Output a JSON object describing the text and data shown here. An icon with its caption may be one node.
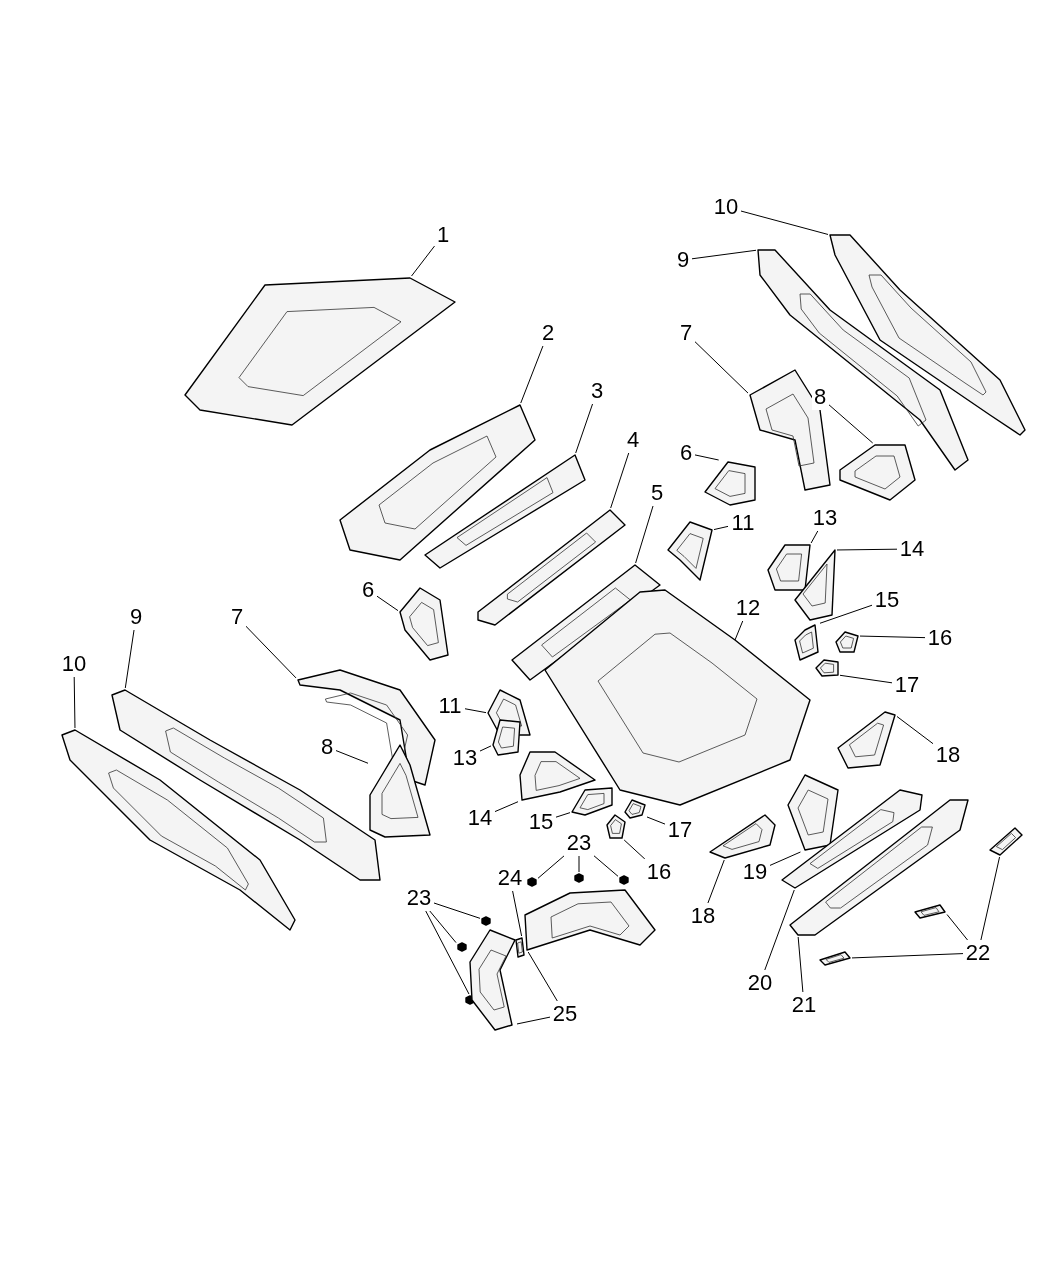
{
  "diagram": {
    "nodes": [
      {
        "text": [
          "10"
        ]
      },
      {
        "text": [
          "1"
        ]
      },
      {
        "text": [
          "9"
        ]
      },
      {
        "text": [
          "7"
        ]
      },
      {
        "text": [
          "2"
        ]
      },
      {
        "text": [
          "3"
        ]
      },
      {
        "text": [
          "8"
        ]
      },
      {
        "text": [
          "4"
        ]
      },
      {
        "text": [
          "6"
        ]
      },
      {
        "text": [
          "5"
        ]
      },
      {
        "text": [
          "13"
        ]
      },
      {
        "text": [
          "11"
        ]
      },
      {
        "text": [
          "14"
        ]
      },
      {
        "text": [
          "6"
        ]
      },
      {
        "text": [
          "15"
        ]
      },
      {
        "text": [
          "12"
        ]
      },
      {
        "text": [
          "9"
        ]
      },
      {
        "text": [
          "7"
        ]
      },
      {
        "text": [
          "16"
        ]
      },
      {
        "text": [
          "10"
        ]
      },
      {
        "text": [
          "17"
        ]
      },
      {
        "text": [
          "11"
        ]
      },
      {
        "text": [
          "8"
        ]
      },
      {
        "text": [
          "18"
        ]
      },
      {
        "text": [
          "13"
        ]
      },
      {
        "text": [
          "14"
        ]
      },
      {
        "text": [
          "15"
        ]
      },
      {
        "text": [
          "17"
        ]
      },
      {
        "text": [
          "23"
        ]
      },
      {
        "text": [
          "16"
        ]
      },
      {
        "text": [
          "19"
        ]
      },
      {
        "text": [
          "24"
        ]
      },
      {
        "text": [
          "23"
        ]
      },
      {
        "text": [
          "18"
        ]
      },
      {
        "text": [
          "22"
        ]
      },
      {
        "text": [
          "20"
        ]
      },
      {
        "text": [
          "21"
        ]
      },
      {
        "text": [
          "25"
        ]
      },
      {
        "text": [],
        "shape": "picture"
      },
      {
        "text": [],
        "shape": "picture"
      },
      {
        "text": [],
        "shape": "picture"
      },
      {
        "text": [],
        "shape": "picture"
      },
      {
        "text": [],
        "shape": "picture"
      },
      {
        "text": [],
        "shape": "picture"
      },
      {
        "text": [],
        "shape": "picture"
      },
      {
        "text": [],
        "shape": "picture"
      },
      {
        "text": [],
        "shape": "picture"
      },
      {
        "text": [],
        "shape": "picture"
      },
      {
        "text": [],
        "shape": "picture"
      },
      {
        "text": [],
        "shape": "picture"
      },
      {
        "text": [],
        "shape": "picture"
      },
      {
        "text": [],
        "shape": "picture"
      },
      {
        "text": [],
        "shape": "picture"
      },
      {
        "text": [],
        "shape": "picture"
      },
      {
        "text": [],
        "shape": "picture"
      },
      {
        "text": [],
        "shape": "picture"
      },
      {
        "text": [],
        "shape": "picture"
      },
      {
        "text": [],
        "shape": "picture"
      },
      {
        "text": [],
        "shape": "picture"
      },
      {
        "text": [],
        "shape": "picture"
      },
      {
        "text": [],
        "shape": "picture"
      },
      {
        "text": [],
        "shape": "picture"
      },
      {
        "text": [],
        "shape": "picture"
      },
      {
        "text": [],
        "shape": "picture"
      },
      {
        "text": [],
        "shape": "picture"
      },
      {
        "text": [],
        "shape": "picture"
      },
      {
        "text": [],
        "shape": "circle"
      },
      {
        "text": [],
        "shape": "circle"
      },
      {
        "text": [],
        "shape": "circle"
      },
      {
        "text": [],
        "shape": "picture"
      },
      {
        "text": [],
        "shape": "picture"
      },
      {
        "text": [],
        "shape": "picture"
      },
      {
        "text": [],
        "shape": "circle"
      },
      {
        "text": [],
        "shape": "circle"
      },
      {
        "text": [],
        "shape": "circle"
      },
      {
        "text": [],
        "shape": "picture"
      },
      {
        "text": [],
        "shape": "picture"
      },
      {
        "text": [],
        "shape": "picture"
      },
      {
        "text": [],
        "shape": "picture"
      },
      {
        "text": [],
        "shape": "picture"
      },
      {
        "text": [],
        "shape": "picture"
      },
      {
        "text": [],
        "shape": "picture"
      },
      {
        "text": [],
        "shape": "picture"
      }
    ],
    "edges": [
      {
        "from": 0,
        "to": 38,
        "arrow": "none"
      },
      {
        "from": 1,
        "to": 39,
        "arrow": "none"
      },
      {
        "from": 2,
        "to": 40,
        "arrow": "none"
      },
      {
        "from": 3,
        "to": 41,
        "arrow": "none"
      },
      {
        "from": 4,
        "to": 42,
        "arrow": "none"
      },
      {
        "from": 5,
        "to": 43,
        "arrow": "none"
      },
      {
        "from": 6,
        "to": 44,
        "arrow": "none"
      },
      {
        "from": 7,
        "to": 45,
        "arrow": "none"
      },
      {
        "from": 8,
        "to": 46,
        "arrow": "none"
      },
      {
        "from": 9,
        "to": 47,
        "arrow": "none"
      },
      {
        "from": 10,
        "to": 48,
        "arrow": "none"
      },
      {
        "from": 11,
        "to": 49,
        "arrow": "none"
      },
      {
        "from": 12,
        "to": 50,
        "arrow": "none"
      },
      {
        "from": 13,
        "to": 51,
        "arrow": "none"
      },
      {
        "from": 14,
        "to": 52,
        "arrow": "none"
      },
      {
        "from": 15,
        "to": 53,
        "arrow": "none"
      },
      {
        "from": 16,
        "to": 54,
        "arrow": "none"
      },
      {
        "from": 17,
        "to": 55,
        "arrow": "none"
      },
      {
        "from": 18,
        "to": 56,
        "arrow": "none"
      },
      {
        "from": 19,
        "to": 57,
        "arrow": "none"
      },
      {
        "from": 20,
        "to": 58,
        "arrow": "none"
      },
      {
        "from": 21,
        "to": 59,
        "arrow": "none"
      },
      {
        "from": 22,
        "to": 60,
        "arrow": "none"
      },
      {
        "from": 23,
        "to": 61,
        "arrow": "none"
      },
      {
        "from": 24,
        "to": 62,
        "arrow": "none"
      },
      {
        "from": 25,
        "to": 63,
        "arrow": "none"
      },
      {
        "from": 26,
        "to": 64,
        "arrow": "none"
      },
      {
        "from": 27,
        "to": 65,
        "arrow": "none"
      },
      {
        "from": 28,
        "to": 66,
        "arrow": "none"
      },
      {
        "from": 28,
        "to": 67,
        "arrow": "none"
      },
      {
        "from": 28,
        "to": 68,
        "arrow": "none"
      },
      {
        "from": 29,
        "to": 69,
        "arrow": "none"
      },
      {
        "from": 30,
        "to": 70,
        "arrow": "none"
      },
      {
        "from": 31,
        "to": 71,
        "arrow": "none"
      },
      {
        "from": 32,
        "to": 72,
        "arrow": "none"
      },
      {
        "from": 32,
        "to": 73,
        "arrow": "none"
      },
      {
        "from": 32,
        "to": 74,
        "arrow": "none"
      },
      {
        "from": 33,
        "to": 75,
        "arrow": "none"
      },
      {
        "from": 34,
        "to": 76,
        "arrow": "none"
      },
      {
        "from": 34,
        "to": 77,
        "arrow": "none"
      },
      {
        "from": 34,
        "to": 78,
        "arrow": "none"
      },
      {
        "from": 35,
        "to": 79,
        "arrow": "none"
      },
      {
        "from": 36,
        "to": 80,
        "arrow": "none"
      },
      {
        "from": 37,
        "to": 81,
        "arrow": "none"
      },
      {
        "from": 37,
        "to": 82,
        "arrow": "none"
      }
    ]
  }
}
